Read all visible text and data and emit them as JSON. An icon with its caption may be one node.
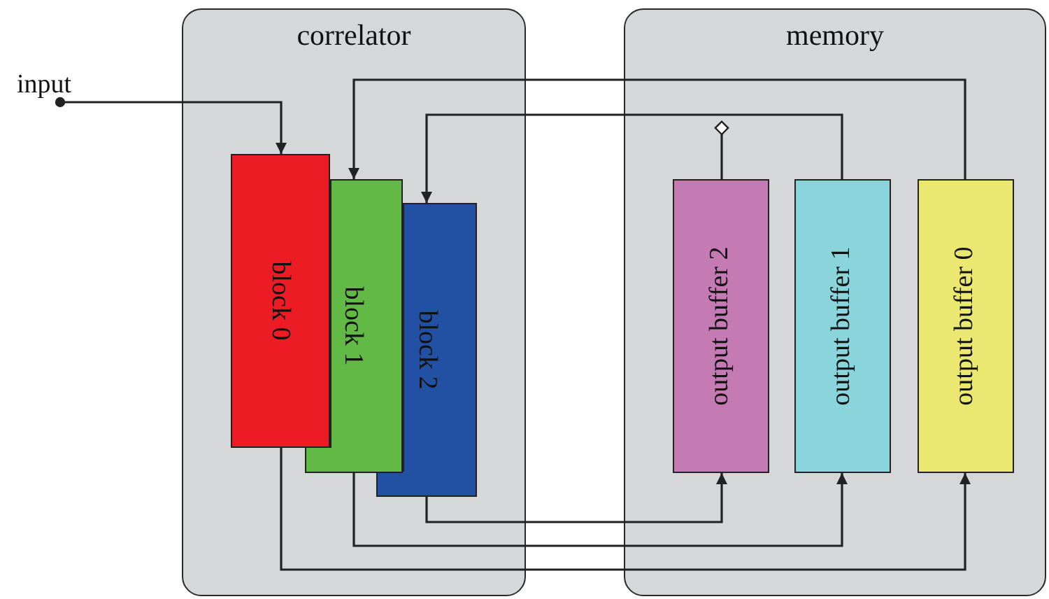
{
  "diagram": {
    "nodes": [
      {
        "text": [
          "input"
        ]
      },
      {
        "text": [
          "correlator"
        ]
      },
      {
        "text": [
          "block 0"
        ],
        "in": 1
      },
      {
        "text": [
          "block 1"
        ],
        "in": 1
      },
      {
        "text": [
          "block 2"
        ],
        "in": 1
      },
      {
        "text": [
          "memory"
        ]
      },
      {
        "text": [
          "output buffer 2"
        ],
        "in": 5
      },
      {
        "text": [
          "output buffer 1"
        ],
        "in": 5
      },
      {
        "text": [
          "output buffer 0"
        ],
        "in": 5
      }
    ],
    "edges": [
      {
        "from": 0,
        "to": 2,
        "arrow": "to"
      },
      {
        "from": 8,
        "to": 3,
        "arrow": "to"
      },
      {
        "from": 7,
        "to": 4,
        "arrow": "to"
      },
      {
        "from": 6,
        "to": null,
        "arrow": "other"
      },
      {
        "from": 2,
        "to": 8,
        "arrow": "to"
      },
      {
        "from": 3,
        "to": 7,
        "arrow": "to"
      },
      {
        "from": 4,
        "to": 6,
        "arrow": "to"
      }
    ]
  }
}
